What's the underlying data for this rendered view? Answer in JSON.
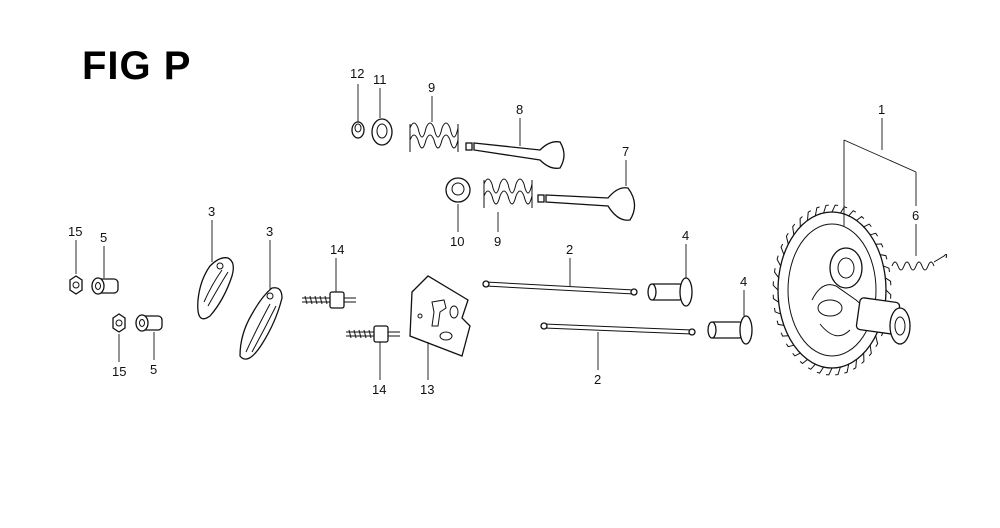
{
  "figure": {
    "title": "FIG P"
  },
  "callouts": {
    "c1": "1",
    "c2a": "2",
    "c2b": "2",
    "c3a": "3",
    "c3b": "3",
    "c4a": "4",
    "c4b": "4",
    "c5a": "5",
    "c5b": "5",
    "c6": "6",
    "c7": "7",
    "c8": "8",
    "c9a": "9",
    "c9b": "9",
    "c10": "10",
    "c11": "11",
    "c12": "12",
    "c13": "13",
    "c14a": "14",
    "c14b": "14",
    "c15a": "15",
    "c15b": "15"
  }
}
